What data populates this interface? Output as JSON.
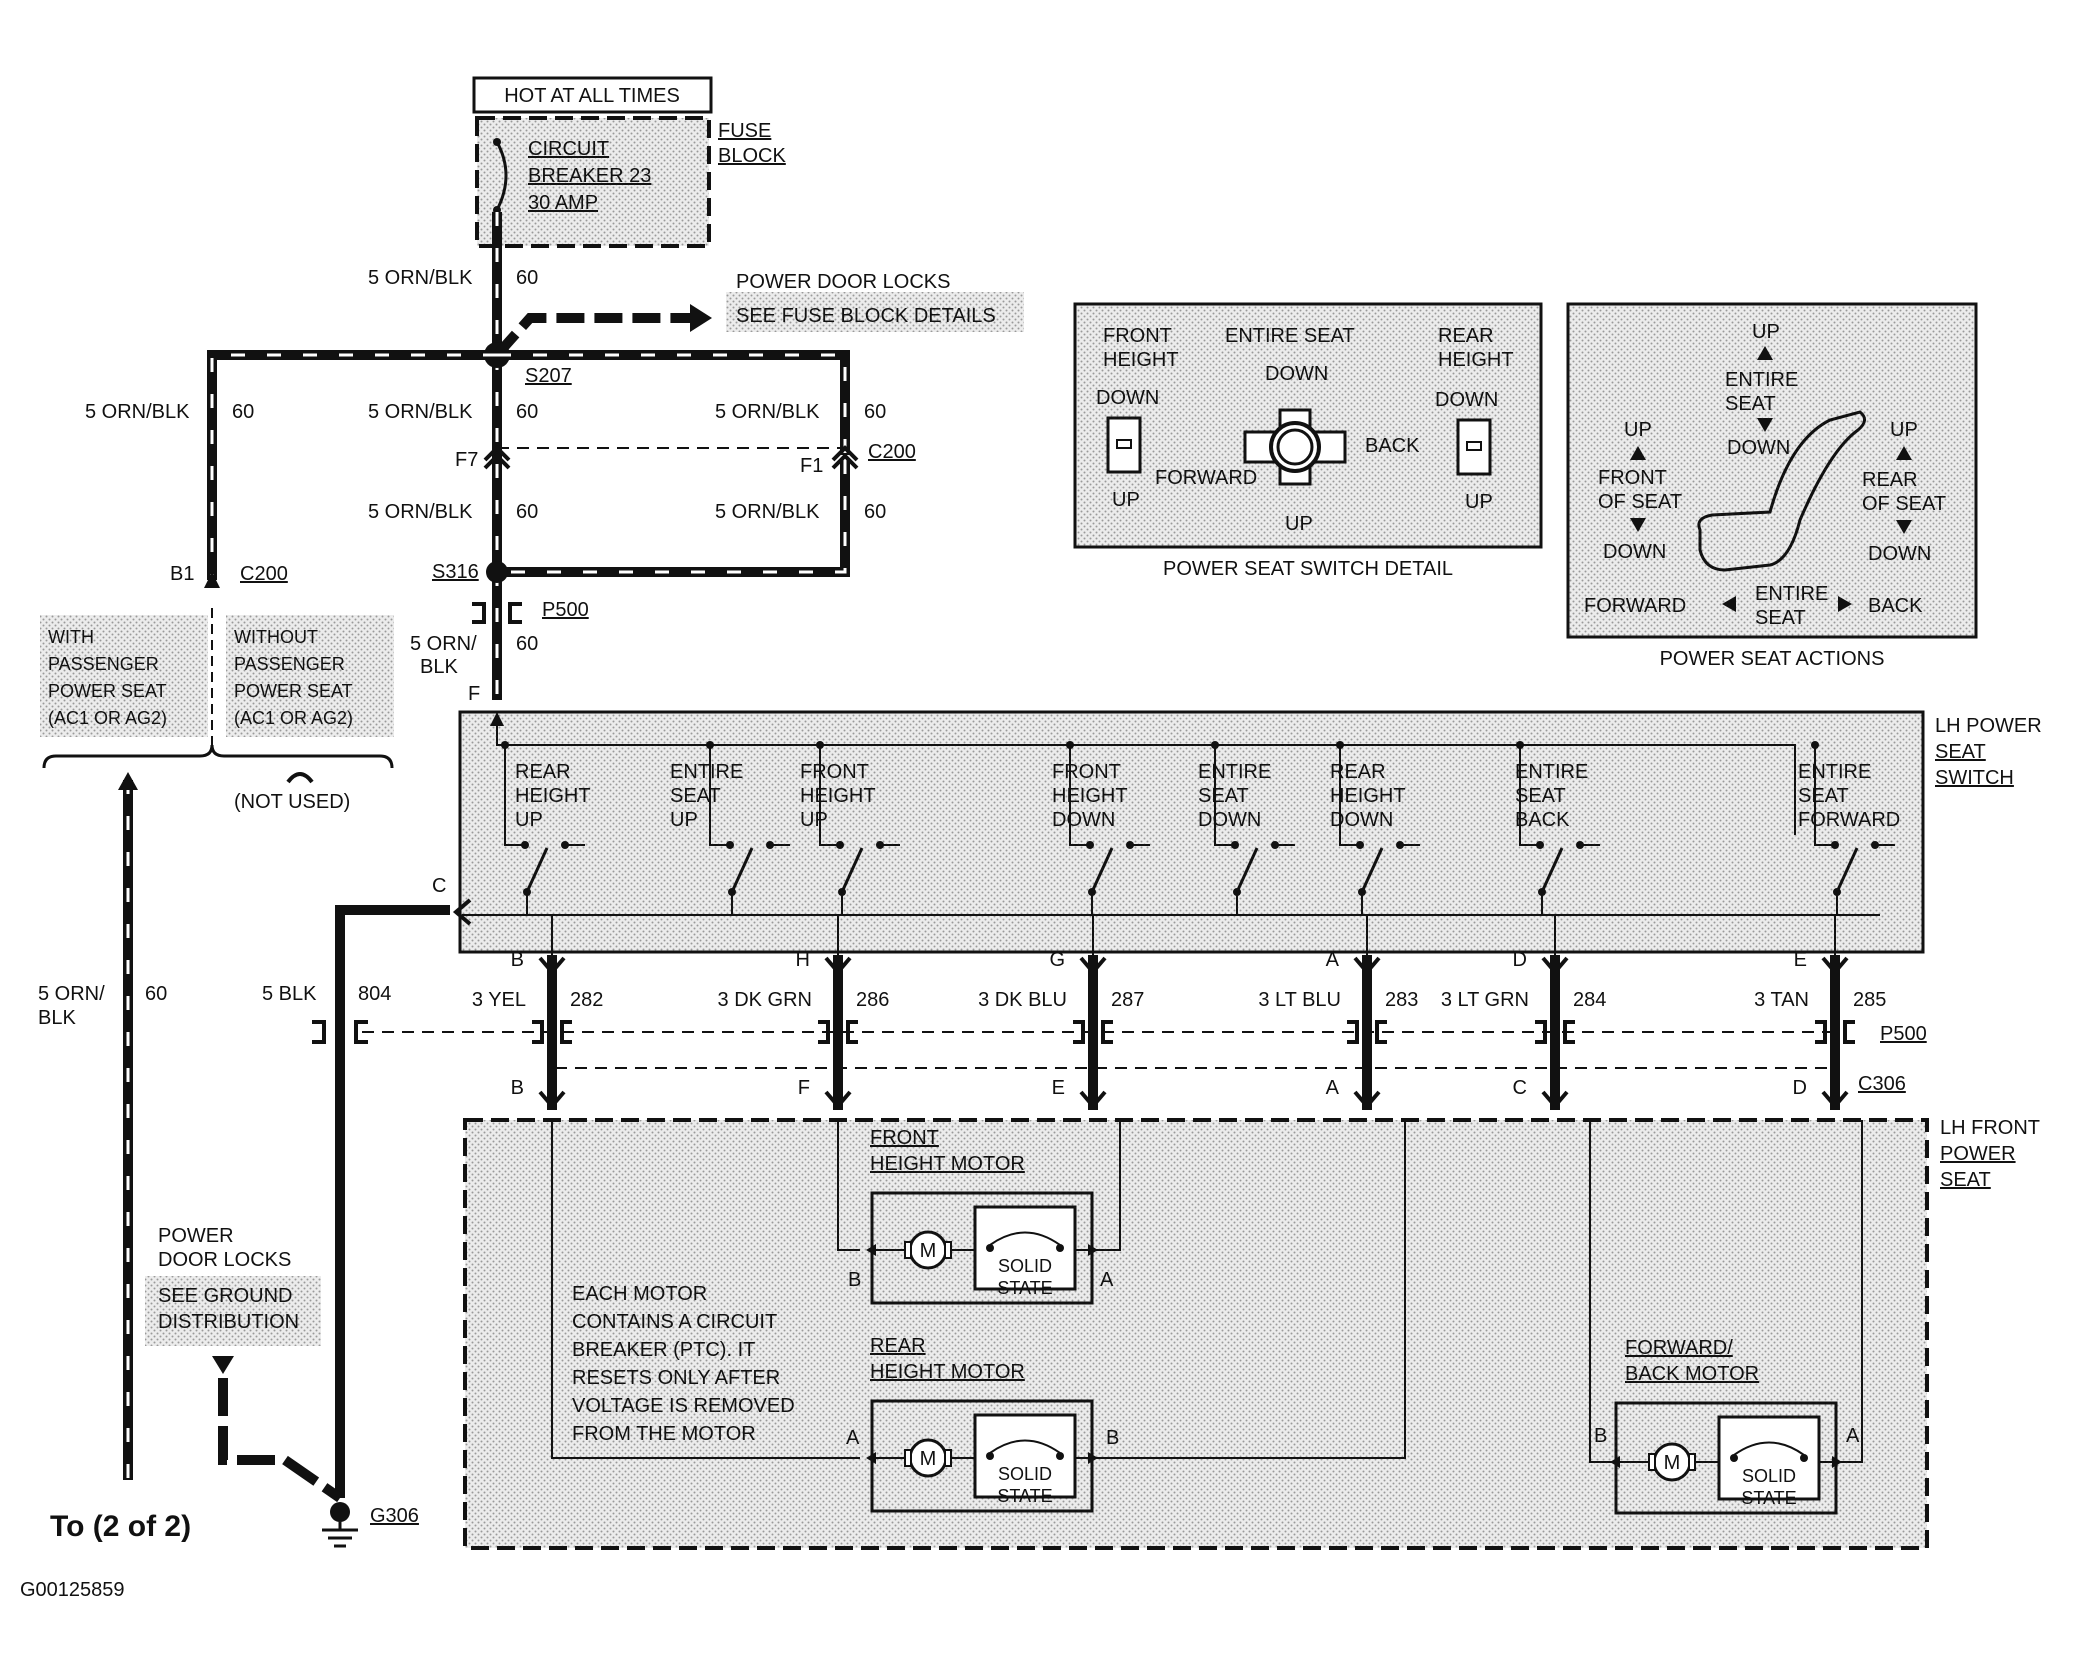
{
  "power": {
    "hot_label": "HOT AT ALL TIMES",
    "fuse_block": [
      "FUSE",
      "BLOCK"
    ],
    "breaker": [
      "CIRCUIT",
      "BREAKER 23",
      "30 AMP"
    ],
    "splice_s207": "S207",
    "splice_s316": "S316"
  },
  "door_locks_ref": [
    "POWER DOOR LOCKS",
    "SEE FUSE BLOCK DETAILS"
  ],
  "wires": {
    "orn_blk": "5 ORN/BLK",
    "orn": "5 ORN/",
    "blk": "BLK",
    "circuit_60": "60",
    "blk_804": "5 BLK",
    "c804": "804"
  },
  "connectors": {
    "c200": "C200",
    "p500": "P500",
    "c306": "C306",
    "g306": "G306",
    "b1": "B1",
    "f7": "F7",
    "f1": "F1",
    "f": "F",
    "c": "C"
  },
  "options": {
    "with": [
      "WITH",
      "PASSENGER",
      "POWER SEAT",
      "(AC1 OR AG2)"
    ],
    "without": [
      "WITHOUT",
      "PASSENGER",
      "POWER SEAT",
      "(AC1 OR AG2)"
    ],
    "not_used": "(NOT USED)"
  },
  "switch_detail": {
    "caption": "POWER SEAT SWITCH DETAIL",
    "front_height": [
      "FRONT",
      "HEIGHT"
    ],
    "entire_seat": "ENTIRE SEAT",
    "rear_height": [
      "REAR",
      "HEIGHT"
    ],
    "down": "DOWN",
    "up": "UP",
    "forward": "FORWARD",
    "back": "BACK"
  },
  "seat_actions": {
    "caption": "POWER SEAT ACTIONS",
    "up": "UP",
    "down": "DOWN",
    "entire_seat": [
      "ENTIRE",
      "SEAT"
    ],
    "front_of_seat": [
      "FRONT",
      "OF SEAT"
    ],
    "rear_of_seat": [
      "REAR",
      "OF SEAT"
    ],
    "forward": "FORWARD",
    "back": "BACK"
  },
  "lh_switch": {
    "title": [
      "LH POWER",
      "SEAT",
      "SWITCH"
    ],
    "switches": [
      [
        "REAR",
        "HEIGHT",
        "UP"
      ],
      [
        "ENTIRE",
        "SEAT",
        "UP"
      ],
      [
        "FRONT",
        "HEIGHT",
        "UP"
      ],
      [
        "FRONT",
        "HEIGHT",
        "DOWN"
      ],
      [
        "ENTIRE",
        "SEAT",
        "DOWN"
      ],
      [
        "REAR",
        "HEIGHT",
        "DOWN"
      ],
      [
        "ENTIRE",
        "SEAT",
        "BACK"
      ],
      [
        "ENTIRE",
        "SEAT",
        "FORWARD"
      ]
    ]
  },
  "output_wires": [
    {
      "pin_top": "B",
      "color": "3 YEL",
      "circuit": "282",
      "pin_bottom": "B"
    },
    {
      "pin_top": "H",
      "color": "3 DK GRN",
      "circuit": "286",
      "pin_bottom": "F"
    },
    {
      "pin_top": "G",
      "color": "3 DK BLU",
      "circuit": "287",
      "pin_bottom": "E"
    },
    {
      "pin_top": "A",
      "color": "3 LT BLU",
      "circuit": "283",
      "pin_bottom": "A"
    },
    {
      "pin_top": "D",
      "color": "3 LT GRN",
      "circuit": "284",
      "pin_bottom": "C"
    },
    {
      "pin_top": "E",
      "color": "3 TAN",
      "circuit": "285",
      "pin_bottom": "D"
    }
  ],
  "lh_seat": {
    "title": [
      "LH FRONT",
      "POWER",
      "SEAT"
    ],
    "front_motor": [
      "FRONT",
      "HEIGHT MOTOR"
    ],
    "rear_motor": [
      "REAR",
      "HEIGHT MOTOR"
    ],
    "fb_motor": [
      "FORWARD/",
      "BACK MOTOR"
    ],
    "motor_symbol": "M",
    "solid_state": [
      "SOLID",
      "STATE"
    ],
    "pin_a": "A",
    "pin_b": "B",
    "note": [
      "EACH MOTOR",
      "CONTAINS A CIRCUIT",
      "BREAKER (PTC). IT",
      "RESETS ONLY AFTER",
      "VOLTAGE IS REMOVED",
      "FROM THE MOTOR"
    ]
  },
  "ground_ref": [
    "POWER",
    "DOOR LOCKS",
    "SEE GROUND",
    "DISTRIBUTION"
  ],
  "to_page": "To (2 of 2)",
  "figure_id": "G00125859"
}
